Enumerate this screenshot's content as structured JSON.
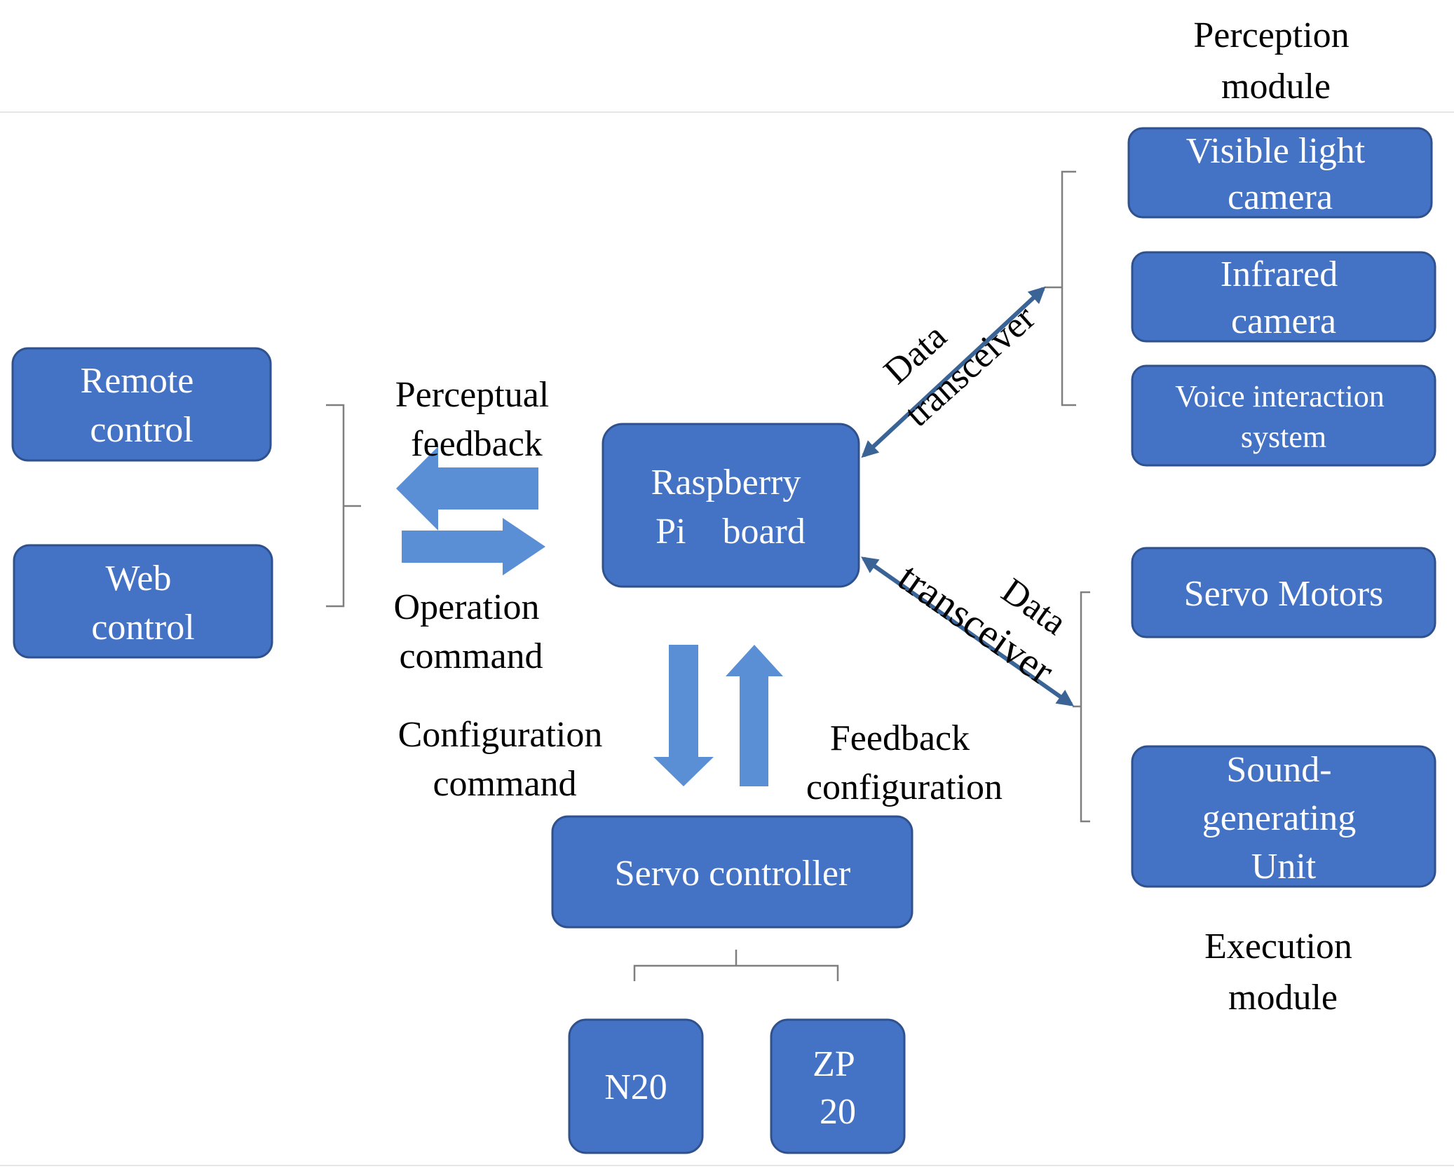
{
  "colors": {
    "node_fill": "#4472C4",
    "node_border": "#2F528F",
    "block_arrow": "#5B8FD5",
    "line_arrow": "#3A6496"
  },
  "groups": {
    "perception_title": [
      "Perception",
      "module"
    ],
    "execution_title": [
      "Execution",
      "module"
    ]
  },
  "nodes": {
    "remote_control": [
      "Remote",
      "control"
    ],
    "web_control": [
      "Web",
      "control"
    ],
    "raspberry_pi": [
      "Raspberry",
      "Pi    board"
    ],
    "servo_controller": [
      "Servo controller"
    ],
    "n20": [
      "N20"
    ],
    "zp20": [
      "ZP",
      "20"
    ],
    "visible_light_camera": [
      "Visible light",
      "camera"
    ],
    "infrared_camera": [
      "Infrared",
      "camera"
    ],
    "voice_interaction": [
      "Voice interaction",
      "system"
    ],
    "servo_motors": [
      "Servo Motors"
    ],
    "sound_unit": [
      "Sound-",
      "generating",
      "Unit"
    ]
  },
  "edges": {
    "perceptual_feedback": [
      "Perceptual",
      "feedback"
    ],
    "operation_command": [
      "Operation",
      "command"
    ],
    "configuration_command": [
      "Configuration",
      "command"
    ],
    "feedback_configuration": [
      "Feedback",
      "configuration"
    ],
    "data_transceiver_upper": [
      "Data",
      "transceiver"
    ],
    "data_transceiver_lower": [
      "Data",
      "transceiver"
    ]
  }
}
